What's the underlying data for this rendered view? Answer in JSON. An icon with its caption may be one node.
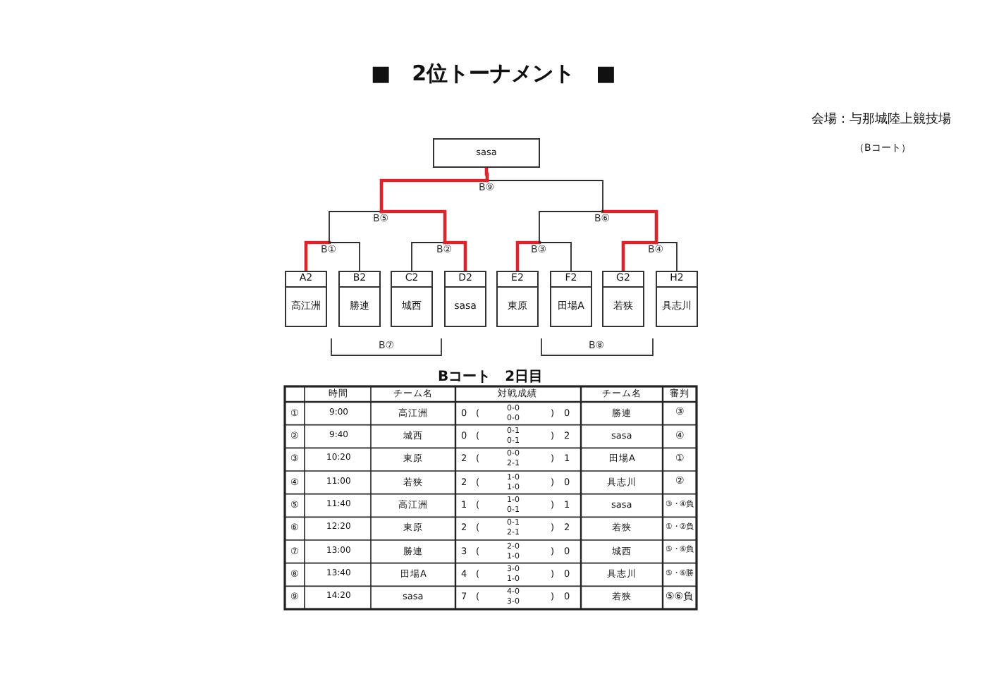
{
  "diagram": {
    "title": "■　2位トーナメント　■",
    "nodes": [
      {
        "text": [
          "sasa"
        ]
      },
      {
        "text": [
          "B⑨"
        ]
      },
      {
        "text": [
          "B⑤"
        ]
      },
      {
        "text": [
          "B⑥"
        ]
      },
      {
        "text": [
          "B①"
        ]
      },
      {
        "text": [
          "B②"
        ]
      },
      {
        "text": [
          "B③"
        ]
      },
      {
        "text": [
          "B④"
        ]
      },
      {
        "text": [
          "A2",
          "高江洲"
        ]
      },
      {
        "text": [
          "B2",
          "勝連"
        ]
      },
      {
        "text": [
          "C2",
          "城西"
        ]
      },
      {
        "text": [
          "D2",
          "sasa"
        ]
      },
      {
        "text": [
          "E2",
          "東原"
        ]
      },
      {
        "text": [
          "F2",
          "田場A"
        ]
      },
      {
        "text": [
          "G2",
          "若狭"
        ]
      },
      {
        "text": [
          "H2",
          "具志川"
        ]
      }
    ],
    "edges": [
      {
        "from": 8,
        "to": 4,
        "arrow": "none"
      },
      {
        "from": 9,
        "to": 4,
        "arrow": "none",
        "color": "#2b2b2b"
      },
      {
        "from": 10,
        "to": 5,
        "arrow": "none",
        "color": "#2b2b2b"
      },
      {
        "from": 11,
        "to": 5,
        "arrow": "none"
      },
      {
        "from": 12,
        "to": 6,
        "arrow": "none"
      },
      {
        "from": 13,
        "to": 6,
        "arrow": "none",
        "color": "#2b2b2b"
      },
      {
        "from": 14,
        "to": 7,
        "arrow": "none"
      },
      {
        "from": 15,
        "to": 7,
        "arrow": "none",
        "color": "#2b2b2b"
      },
      {
        "from": 4,
        "to": 2,
        "arrow": "none",
        "color": "#2b2b2b"
      },
      {
        "from": 5,
        "to": 2,
        "arrow": "none"
      },
      {
        "from": 6,
        "to": 3,
        "arrow": "none",
        "color": "#2b2b2b"
      },
      {
        "from": 7,
        "to": 3,
        "arrow": "none"
      },
      {
        "from": 2,
        "to": 1,
        "arrow": "none"
      },
      {
        "from": 3,
        "to": 1,
        "arrow": "none",
        "color": "#2b2b2b"
      },
      {
        "from": 1,
        "to": 0,
        "arrow": "none"
      }
    ],
    "labels": [
      "会場：与那城陸上競技場",
      "（Bコート）",
      "B⑦",
      "B⑧",
      "Bコート　2日目",
      "時間",
      "チーム名",
      "対戦成績",
      "チーム名",
      "審判",
      "①",
      "9:00",
      "高江洲",
      "0",
      "(",
      "0-0",
      "0-0",
      ")",
      "0",
      "勝連",
      "③",
      "②",
      "9:40",
      "城西",
      "0",
      "(",
      "0-1",
      "0-1",
      ")",
      "2",
      "sasa",
      "④",
      "③",
      "10:20",
      "東原",
      "2",
      "(",
      "0-0",
      "2-1",
      ")",
      "1",
      "田場A",
      "①",
      "④",
      "11:00",
      "若狭",
      "2",
      "(",
      "1-0",
      "1-0",
      ")",
      "0",
      "具志川",
      "②",
      "⑤",
      "11:40",
      "高江洲",
      "1",
      "(",
      "1-0",
      "0-1",
      ")",
      "1",
      "sasa",
      "③・④負",
      "⑥",
      "12:20",
      "東原",
      "2",
      "(",
      "0-1",
      "2-1",
      ")",
      "2",
      "若狭",
      "①・②負",
      "⑦",
      "13:00",
      "勝連",
      "3",
      "(",
      "2-0",
      "1-0",
      ")",
      "0",
      "城西",
      "⑤・⑥負",
      "⑧",
      "13:40",
      "田場A",
      "4",
      "(",
      "3-0",
      "1-0",
      ")",
      "0",
      "具志川",
      "⑤・⑥勝",
      "⑨",
      "14:20",
      "sasa",
      "7",
      "(",
      "4-0",
      "3-0",
      ")",
      "0",
      "若狭",
      "⑤⑥負"
    ]
  }
}
